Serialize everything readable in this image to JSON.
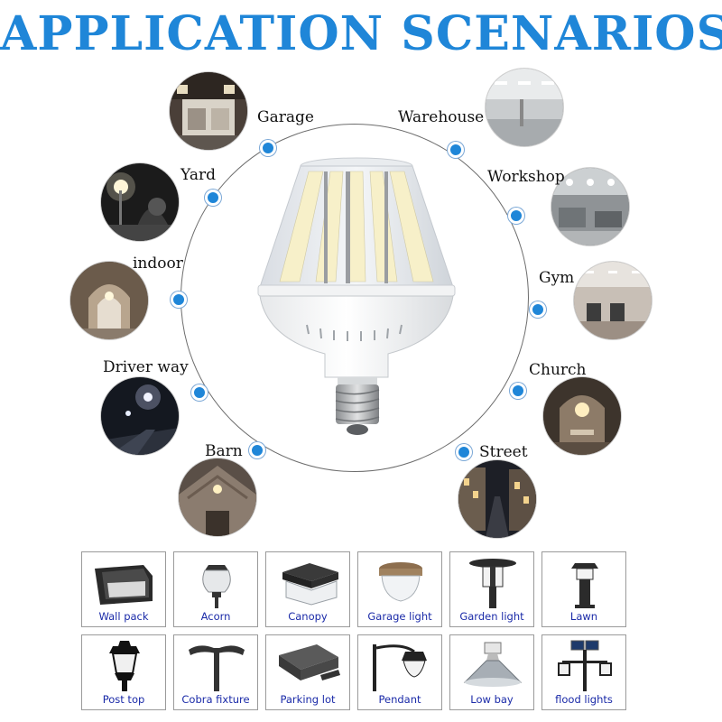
{
  "title": "APPLICATION SCENARIOS",
  "brand_color": "#1f86d8",
  "scenarios": [
    {
      "label": "Garage"
    },
    {
      "label": "Yard"
    },
    {
      "label": "indoor"
    },
    {
      "label": "Driver way"
    },
    {
      "label": "Barn"
    },
    {
      "label": "Warehouse"
    },
    {
      "label": "Workshop"
    },
    {
      "label": "Gym"
    },
    {
      "label": "Church"
    },
    {
      "label": "Street"
    }
  ],
  "fixtures": [
    {
      "label": "Wall pack"
    },
    {
      "label": "Acorn"
    },
    {
      "label": "Canopy"
    },
    {
      "label": "Garage light"
    },
    {
      "label": "Garden light"
    },
    {
      "label": "Lawn"
    },
    {
      "label": "Post top"
    },
    {
      "label": "Cobra fixture"
    },
    {
      "label": "Parking lot"
    },
    {
      "label": "Pendant"
    },
    {
      "label": "Low bay"
    },
    {
      "label": "flood lights"
    }
  ]
}
